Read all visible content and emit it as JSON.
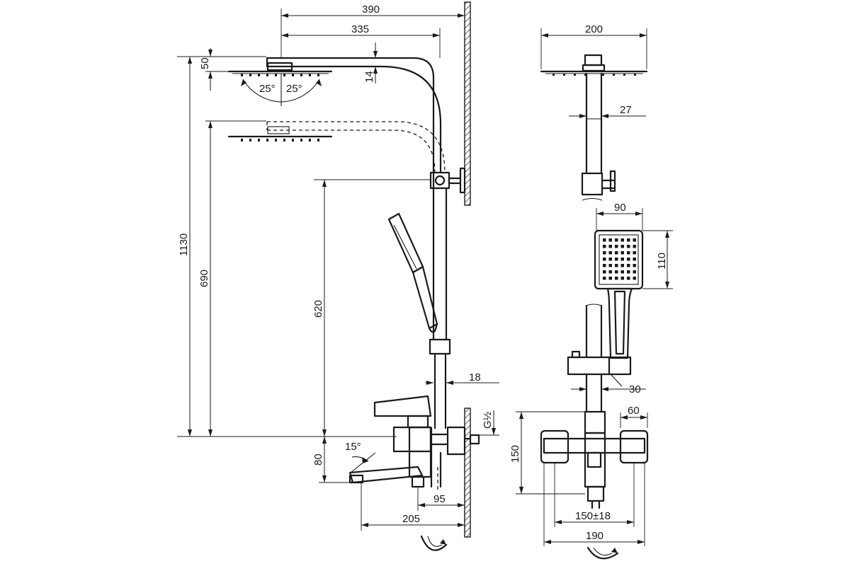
{
  "side_view": {
    "dimensions": {
      "reach_to_head_edge": "390",
      "reach_to_arm_center": "335",
      "head_drop": "50",
      "arm_offset": "14",
      "tilt_left": "25°",
      "tilt_right": "25°",
      "total_height": "1130",
      "adjustable_height": "690",
      "bracket_height": "620",
      "rail_diameter": "18",
      "thread": "G½",
      "spout_angle": "15°",
      "mixer_height": "80",
      "inlet_center": "95",
      "spout_reach": "205"
    }
  },
  "front_view": {
    "dimensions": {
      "head_width": "200",
      "arm_width": "27",
      "hand_shower_width": "90",
      "hand_shower_height": "110",
      "slider_offset": "30",
      "flange_width": "60",
      "mixer_body_height": "150",
      "inlet_spacing": "150±18",
      "overall_width": "190"
    }
  }
}
